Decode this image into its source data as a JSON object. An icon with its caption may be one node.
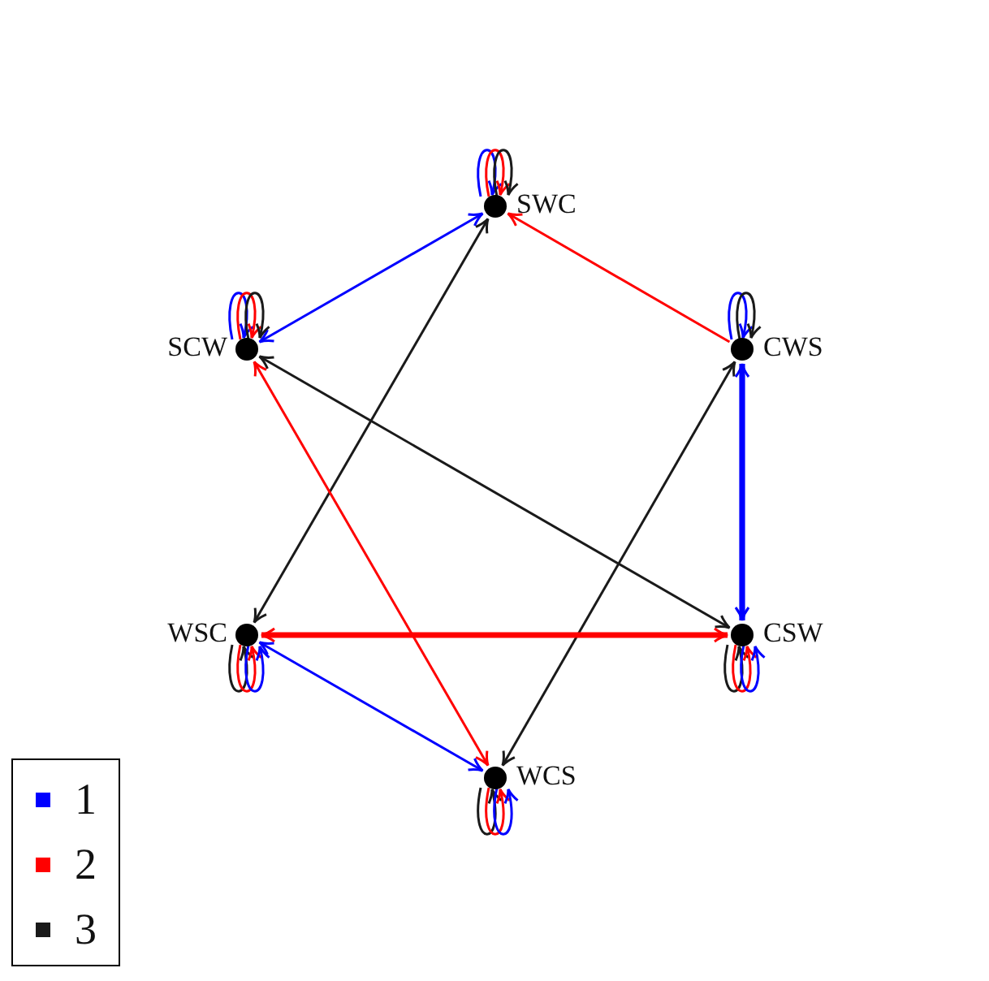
{
  "diagram": {
    "nodes": [
      {
        "text": [],
        "shape": "circle",
        "beside": [
          "SWC"
        ]
      },
      {
        "text": [],
        "shape": "circle",
        "beside": [
          "SCW"
        ]
      },
      {
        "text": [],
        "shape": "circle",
        "beside": [
          "CWS"
        ]
      },
      {
        "text": [],
        "shape": "circle",
        "beside": [
          "WSC"
        ]
      },
      {
        "text": [],
        "shape": "circle",
        "beside": [
          "CSW"
        ]
      },
      {
        "text": [],
        "shape": "circle",
        "beside": [
          "WCS"
        ]
      }
    ],
    "edges": [
      {
        "from": 0,
        "to": 1,
        "arrow": "both",
        "color": "#0000ff"
      },
      {
        "from": 3,
        "to": 0,
        "arrow": "both",
        "color": "#1a1a1a"
      },
      {
        "from": 2,
        "to": 0,
        "arrow": "to",
        "color": "#ff0000"
      },
      {
        "from": 1,
        "to": 4,
        "arrow": "both",
        "color": "#1a1a1a"
      },
      {
        "from": 1,
        "to": 5,
        "arrow": "both",
        "color": "#ff0000"
      },
      {
        "from": 2,
        "to": 5,
        "arrow": "both",
        "color": "#1a1a1a"
      },
      {
        "from": 2,
        "to": 4,
        "arrow": "both",
        "style": "thick",
        "color": "#0000ff"
      },
      {
        "from": 3,
        "to": 4,
        "arrow": "both",
        "style": "thick",
        "color": "#ff0000"
      },
      {
        "from": 3,
        "to": 5,
        "arrow": "both",
        "color": "#0000ff"
      },
      {
        "from": 0,
        "to": 0,
        "arrow": "to",
        "color": "#0000ff"
      },
      {
        "from": 0,
        "to": 0,
        "arrow": "to",
        "color": "#ff0000"
      },
      {
        "from": 0,
        "to": 0,
        "arrow": "to",
        "color": "#1a1a1a"
      },
      {
        "from": 1,
        "to": 1,
        "arrow": "to",
        "color": "#0000ff"
      },
      {
        "from": 1,
        "to": 1,
        "arrow": "to",
        "color": "#ff0000"
      },
      {
        "from": 1,
        "to": 1,
        "arrow": "to",
        "color": "#1a1a1a"
      },
      {
        "from": 2,
        "to": 2,
        "arrow": "to",
        "color": "#0000ff"
      },
      {
        "from": 2,
        "to": 2,
        "arrow": "to",
        "color": "#1a1a1a"
      },
      {
        "from": 3,
        "to": 3,
        "arrow": "to",
        "color": "#1a1a1a"
      },
      {
        "from": 3,
        "to": 3,
        "arrow": "to",
        "color": "#ff0000"
      },
      {
        "from": 3,
        "to": 3,
        "arrow": "to",
        "color": "#0000ff"
      },
      {
        "from": 4,
        "to": 4,
        "arrow": "to",
        "color": "#1a1a1a"
      },
      {
        "from": 4,
        "to": 4,
        "arrow": "to",
        "color": "#ff0000"
      },
      {
        "from": 4,
        "to": 4,
        "arrow": "to",
        "color": "#0000ff"
      },
      {
        "from": 5,
        "to": 5,
        "arrow": "to",
        "color": "#1a1a1a"
      },
      {
        "from": 5,
        "to": 5,
        "arrow": "to",
        "color": "#ff0000"
      },
      {
        "from": 5,
        "to": 5,
        "arrow": "to",
        "color": "#0000ff"
      }
    ],
    "legend": [
      {
        "text": "1",
        "color": "#0000ff"
      },
      {
        "text": "2",
        "color": "#ff0000"
      },
      {
        "text": "3",
        "color": "#1a1a1a"
      }
    ]
  }
}
